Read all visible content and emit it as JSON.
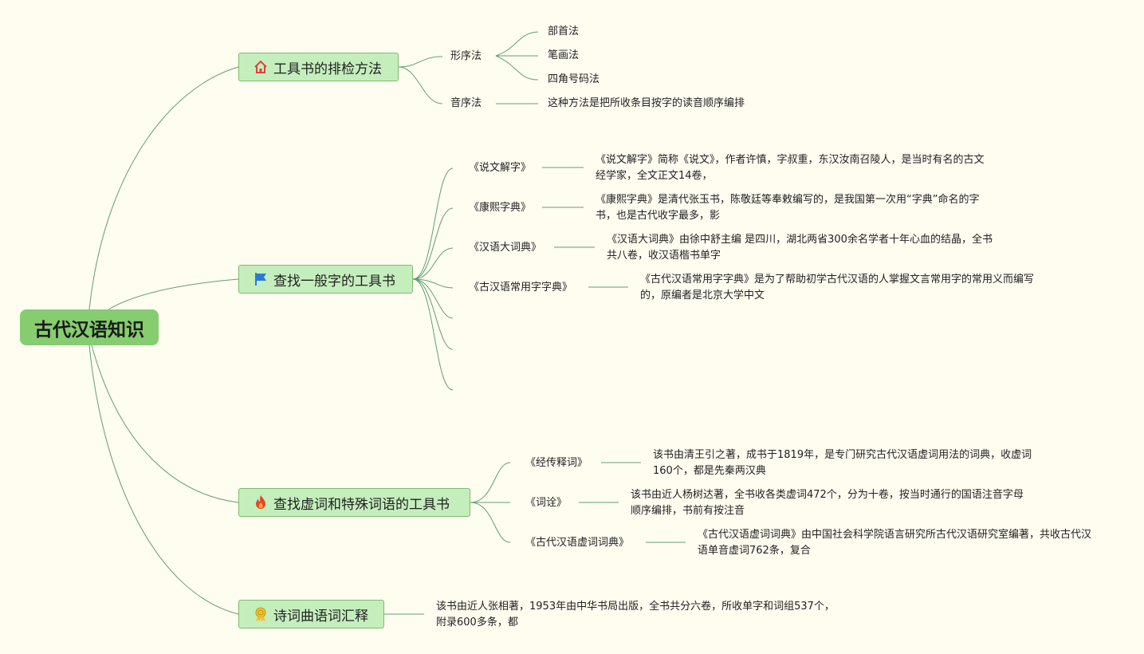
{
  "root": {
    "label": "古代汉语知识"
  },
  "branches": [
    {
      "label": "工具书的排检方法",
      "icon": "house-icon",
      "children": [
        {
          "label": "形序法",
          "items": [
            "部首法",
            "笔画法",
            "四角号码法"
          ]
        },
        {
          "label": "音序法",
          "items": [
            "这种方法是把所收条目按字的读音顺序编排"
          ]
        }
      ]
    },
    {
      "label": "查找一般字的工具书",
      "icon": "flag-icon",
      "children": [
        {
          "label": "《说文解字》",
          "items": [
            "《说文解字》简称《说文》，作者许慎，字叔重，东汉汝南召陵人，是当时有名的古文经学家，全文正文14卷，"
          ]
        },
        {
          "label": "《康熙字典》",
          "items": [
            "《康熙字典》是清代张玉书，陈敬廷等奉敕编写的，是我国第一次用“字典”命名的字书，也是古代收字最多，影"
          ]
        },
        {
          "label": "《汉语大词典》",
          "items": [
            "《汉语大词典》由徐中舒主编 是四川，湖北两省300余名学者十年心血的结晶，全书共八卷，收汉语楷书单字"
          ]
        },
        {
          "label": "《古汉语常用字字典》",
          "items": [
            "《古代汉语常用字字典》是为了帮助初学古代汉语的人掌握文言常用字的常用义而编写的，原编者是北京大学中文"
          ]
        }
      ]
    },
    {
      "label": "查找虚词和特殊词语的工具书",
      "icon": "fire-icon",
      "children": [
        {
          "label": "《经传释词》",
          "items": [
            "该书由清王引之著，成书于1819年，是专门研究古代汉语虚词用法的词典，收虚词160个，都是先秦两汉典"
          ]
        },
        {
          "label": "《词诠》",
          "items": [
            "该书由近人杨树达著，全书收各类虚词472个，分为十卷，按当时通行的国语注音字母顺序编排，书前有按注音"
          ]
        },
        {
          "label": "《古代汉语虚词词典》",
          "items": [
            "《古代汉语虚词词典》由中国社会科学院语言研究所古代汉语研究室编著，共收古代汉语单音虚词762条，复合"
          ]
        }
      ]
    },
    {
      "label": "诗词曲语词汇释",
      "icon": "medal-icon",
      "children": [],
      "items": [
        "该书由近人张相著，1953年由中华书局出版，全书共分六卷，所收单字和词组537个，附录600多条，都"
      ]
    }
  ]
}
